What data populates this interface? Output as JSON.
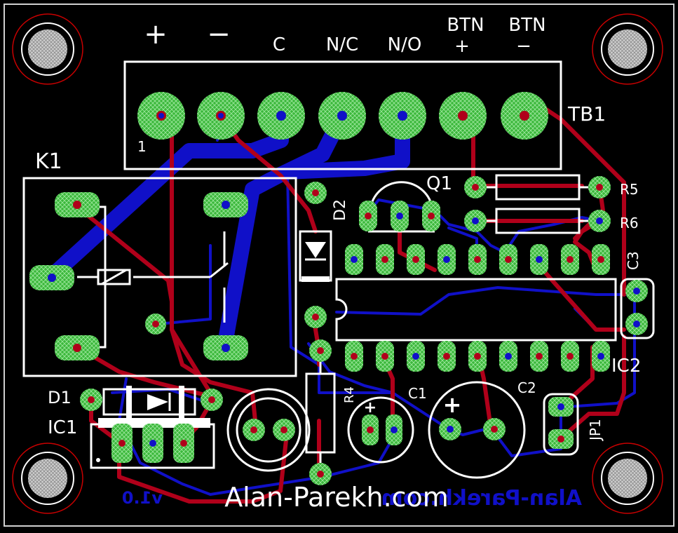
{
  "board": {
    "bottom_text_mirrored": "Alan-Parekh.com",
    "bottom_version_mirrored": "v1.0",
    "top_text": "Alan-Parekh.com"
  },
  "terminal_block": {
    "name": "TB1",
    "pin1_label": "1",
    "labels": [
      "+",
      "−",
      "C",
      "N/C",
      "N/O",
      "BTN",
      "BTN"
    ],
    "sublabels": [
      "+",
      "−"
    ]
  },
  "components": {
    "relay": "K1",
    "diode1": "D1",
    "diode2": "D2",
    "transistor": "Q1",
    "res5": "R5",
    "res6": "R6",
    "res4": "R4",
    "cap1": "C1",
    "cap2": "C2",
    "cap3": "C3",
    "ic1": "IC1",
    "ic2": "IC2",
    "jumper": "JP1",
    "cap_plus": "+"
  },
  "colors": {
    "background": "#000000",
    "silkscreen": "#ffffff",
    "top_copper": "#b0001a",
    "bottom_copper": "#1010c8",
    "pad": "#3cb83c",
    "mounting_hole_ring": "#c80000"
  }
}
